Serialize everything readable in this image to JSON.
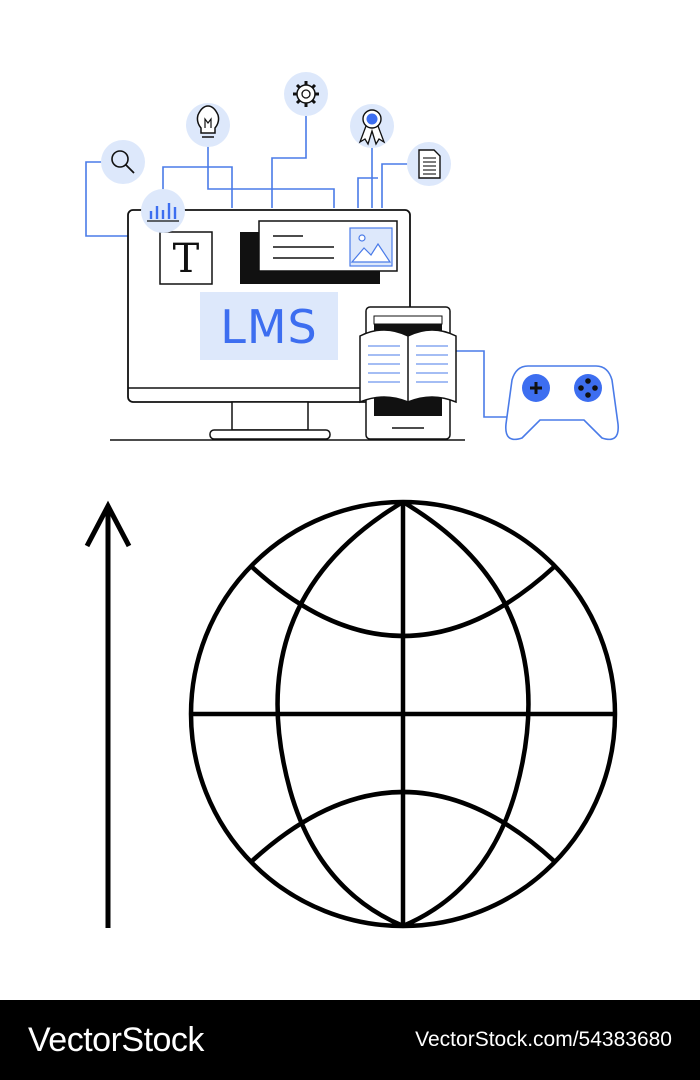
{
  "screen": {
    "label": "LMS",
    "text_badge": "T"
  },
  "icons": [
    "search-icon",
    "bar-chart-icon",
    "lightbulb-icon",
    "gear-icon",
    "award-ribbon-icon",
    "document-icon",
    "game-controller-icon",
    "open-book-icon",
    "image-icon",
    "globe-icon",
    "up-arrow-icon"
  ],
  "colors": {
    "accent": "#3d6ef0",
    "accent_light": "#dde8fb",
    "line_blue": "#4a7be8",
    "ink": "#111111",
    "footer_bg": "#000000",
    "footer_text": "#ffffff"
  },
  "footer": {
    "brand": "VectorStock",
    "image_id": "VectorStock.com/54383680"
  }
}
